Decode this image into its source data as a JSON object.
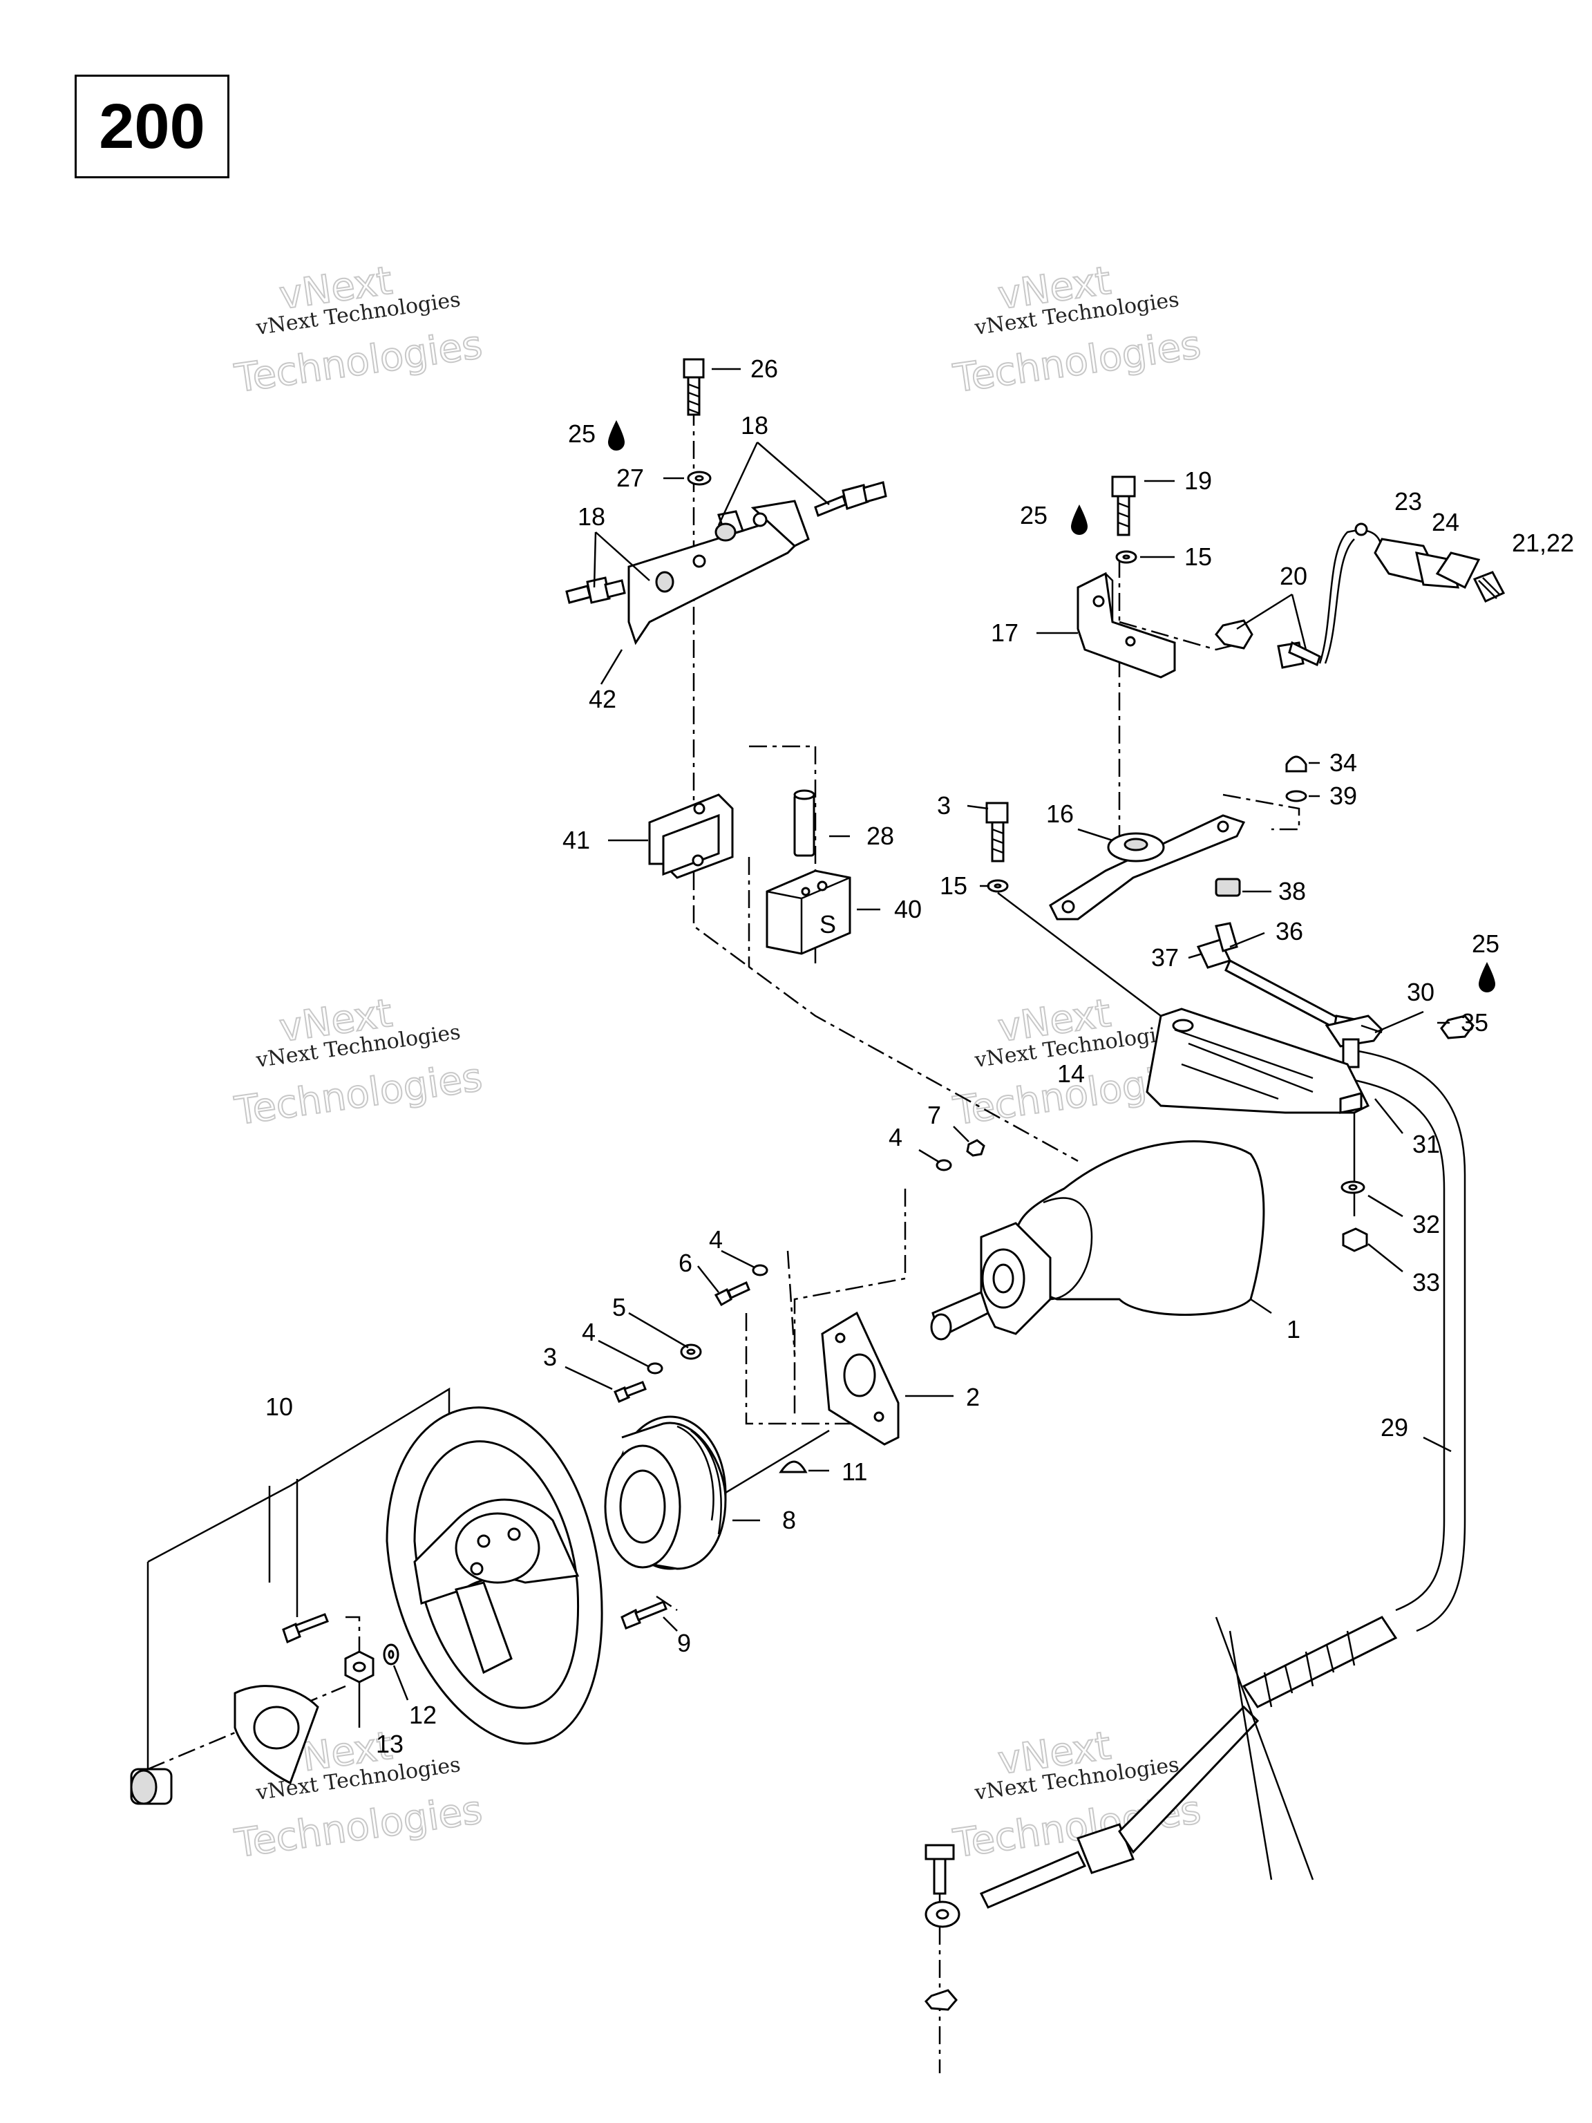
{
  "page_number": "200",
  "watermarks": [
    {
      "line1": "vNext Technologies",
      "outline1": "vNext",
      "outline2": "Technologies"
    },
    {
      "line1": "vNext Technologies",
      "outline1": "vNext",
      "outline2": "Technologies"
    },
    {
      "line1": "vNext Technologies",
      "outline1": "vNext",
      "outline2": "Technologies"
    },
    {
      "line1": "vNext Technologies",
      "outline1": "vNext",
      "outline2": "Technologies"
    },
    {
      "line1": "vNext Technologies",
      "outline1": "vNext",
      "outline2": "Technologies"
    },
    {
      "line1": "vNext Technologies",
      "outline1": "vNext",
      "outline2": "Technologies"
    }
  ],
  "callouts": [
    "26",
    "25",
    "27",
    "18",
    "18",
    "42",
    "19",
    "25",
    "15",
    "17",
    "20",
    "23",
    "24",
    "21,22",
    "41",
    "28",
    "40",
    "3",
    "15",
    "16",
    "34",
    "39",
    "38",
    "37",
    "36",
    "25",
    "30",
    "35",
    "14",
    "31",
    "32",
    "33",
    "7",
    "4",
    "4",
    "6",
    "5",
    "4",
    "3",
    "1",
    "2",
    "10",
    "11",
    "8",
    "9",
    "12",
    "13",
    "29"
  ],
  "part_marks": {
    "block_40_letter": "S"
  }
}
